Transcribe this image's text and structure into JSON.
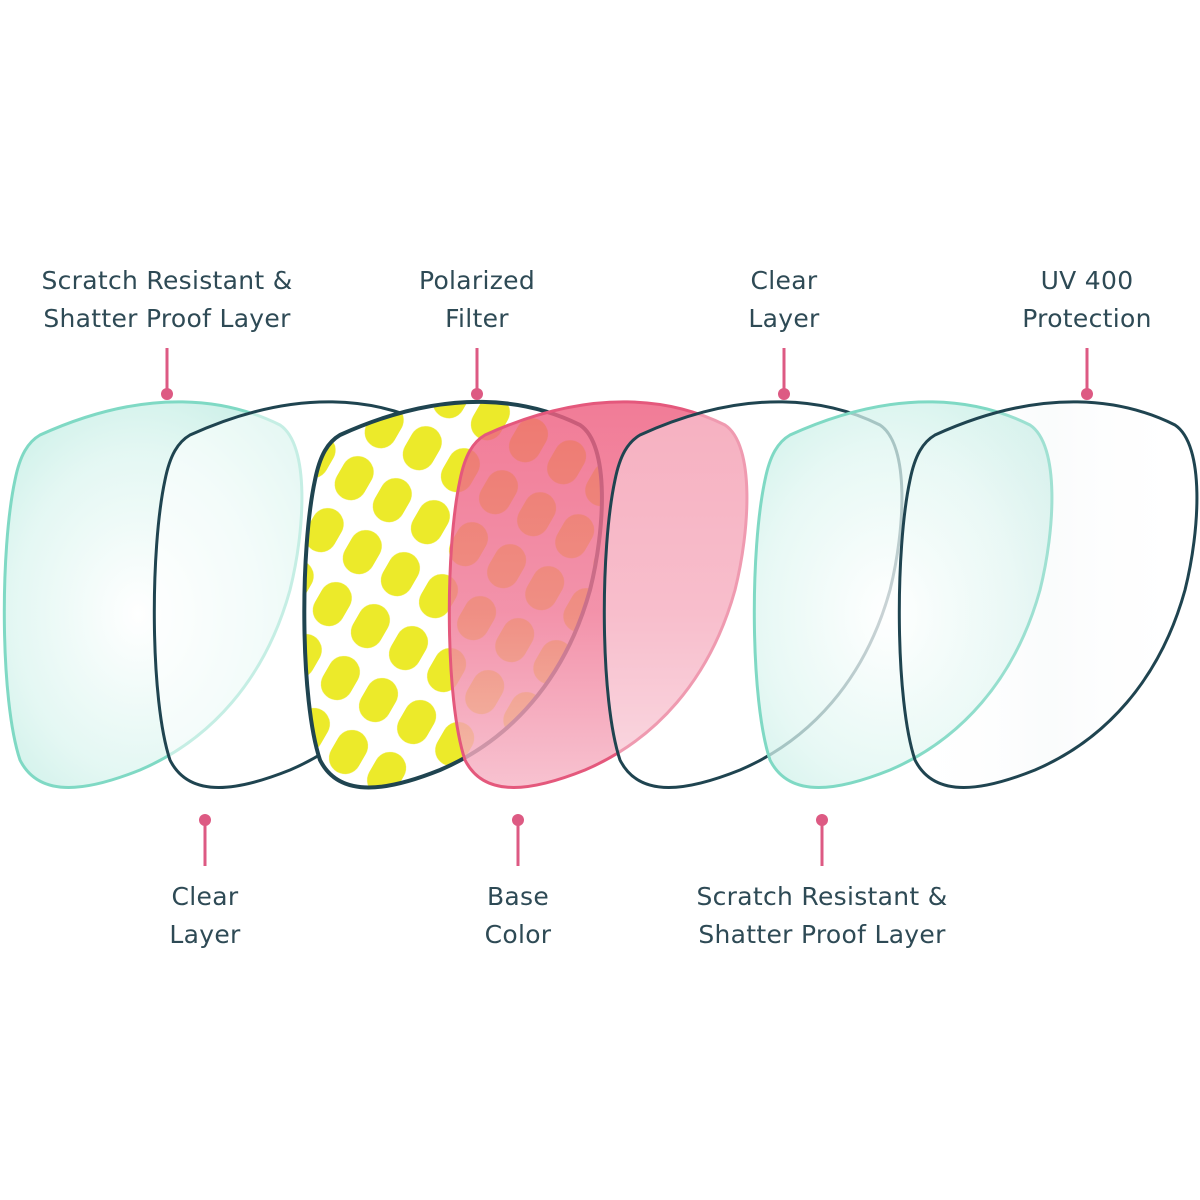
{
  "labels": {
    "top": [
      {
        "line1": "Scratch Resistant &",
        "line2": "Shatter Proof Layer"
      },
      {
        "line1": "Polarized",
        "line2": "Filter"
      },
      {
        "line1": "Clear",
        "line2": "Layer"
      },
      {
        "line1": "UV 400",
        "line2": "Protection"
      }
    ],
    "bottom": [
      {
        "line1": "Clear",
        "line2": "Layer"
      },
      {
        "line1": "Base",
        "line2": "Color"
      },
      {
        "line1": "Scratch Resistant &",
        "line2": "Shatter Proof Layer"
      }
    ]
  },
  "colors": {
    "text": "#2e4a55",
    "outline_dark": "#1f4450",
    "outline_teal": "#7fd9c4",
    "teal_fill": "#d8f4ef",
    "yellow": "#ecea2a",
    "pink": "#ee6f8e",
    "pink_outline": "#e4587c",
    "pointer": "#dd5a83"
  }
}
